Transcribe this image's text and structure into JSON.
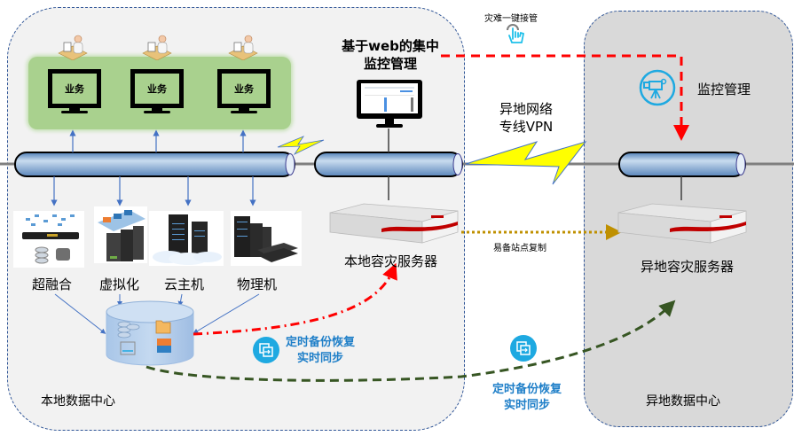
{
  "diagram": {
    "title": "本地与异地容灾架构",
    "zones": {
      "local": {
        "label": "本地数据中心"
      },
      "remote": {
        "label": "异地数据中心"
      }
    },
    "business": {
      "monitors": [
        {
          "label": "业务"
        },
        {
          "label": "业务"
        },
        {
          "label": "业务"
        }
      ]
    },
    "web_monitor": {
      "title_line1": "基于web的集中",
      "title_line2": "监控管理"
    },
    "network": {
      "vpn_line1": "异地网络",
      "vpn_line2": "专线VPN"
    },
    "takeover": {
      "label": "灾难一键接管",
      "icon": "hand-pointer-icon"
    },
    "remote_monitor": {
      "label": "监控管理",
      "icon": "video-camera-icon"
    },
    "platforms": [
      {
        "label": "超融合",
        "icon": "hyperconverged-icon"
      },
      {
        "label": "虚拟化",
        "icon": "virtualization-icon"
      },
      {
        "label": "云主机",
        "icon": "cloud-host-icon"
      },
      {
        "label": "物理机",
        "icon": "physical-server-icon"
      }
    ],
    "servers": {
      "local": {
        "label": "本地容灾服务器"
      },
      "remote": {
        "label": "异地容灾服务器"
      }
    },
    "replication": {
      "label": "易备站点复制"
    },
    "sync_local": {
      "line1": "定时备份恢复",
      "line2": "实时同步"
    },
    "sync_remote": {
      "line1": "定时备份恢复",
      "line2": "实时同步"
    },
    "colors": {
      "takeover_line": "#ff0000",
      "replication_line": "#bf9000",
      "local_sync_line": "#ff0000",
      "remote_sync_line": "#375623",
      "accent_blue": "#1ea9e1",
      "text_blue": "#1f7fc8",
      "local_zone_bg": "#f2f2f2",
      "remote_zone_bg": "#d9d9d9",
      "business_bg": "#a9d18e"
    }
  }
}
